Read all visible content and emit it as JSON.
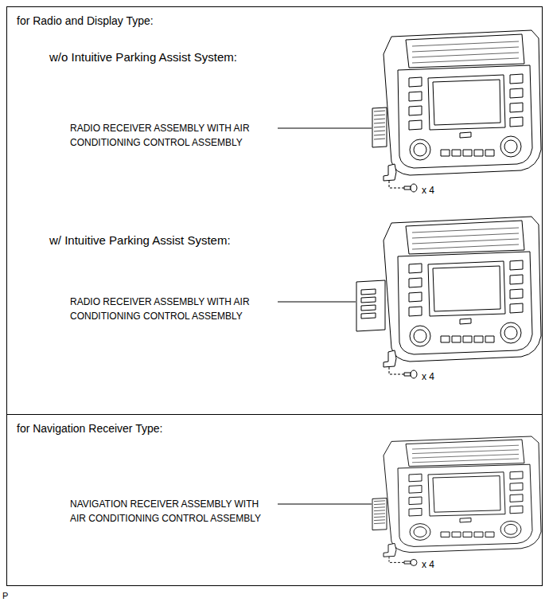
{
  "diagram": {
    "nodes": [
      {
        "text": [
          "for Radio and Display Type:"
        ]
      },
      {
        "text": [
          "for Navigation Receiver Type:"
        ]
      }
    ],
    "labels": [
      "w/o Intuitive Parking Assist System:",
      "RADIO RECEIVER ASSEMBLY WITH AIR CONDITIONING CONTROL ASSEMBLY",
      "x 4",
      "w/ Intuitive Parking Assist System:",
      "RADIO RECEIVER ASSEMBLY WITH AIR CONDITIONING CONTROL ASSEMBLY",
      "x 4",
      "NAVIGATION RECEIVER ASSEMBLY WITH AIR CONDITIONING CONTROL ASSEMBLY",
      "x 4",
      "P"
    ]
  }
}
